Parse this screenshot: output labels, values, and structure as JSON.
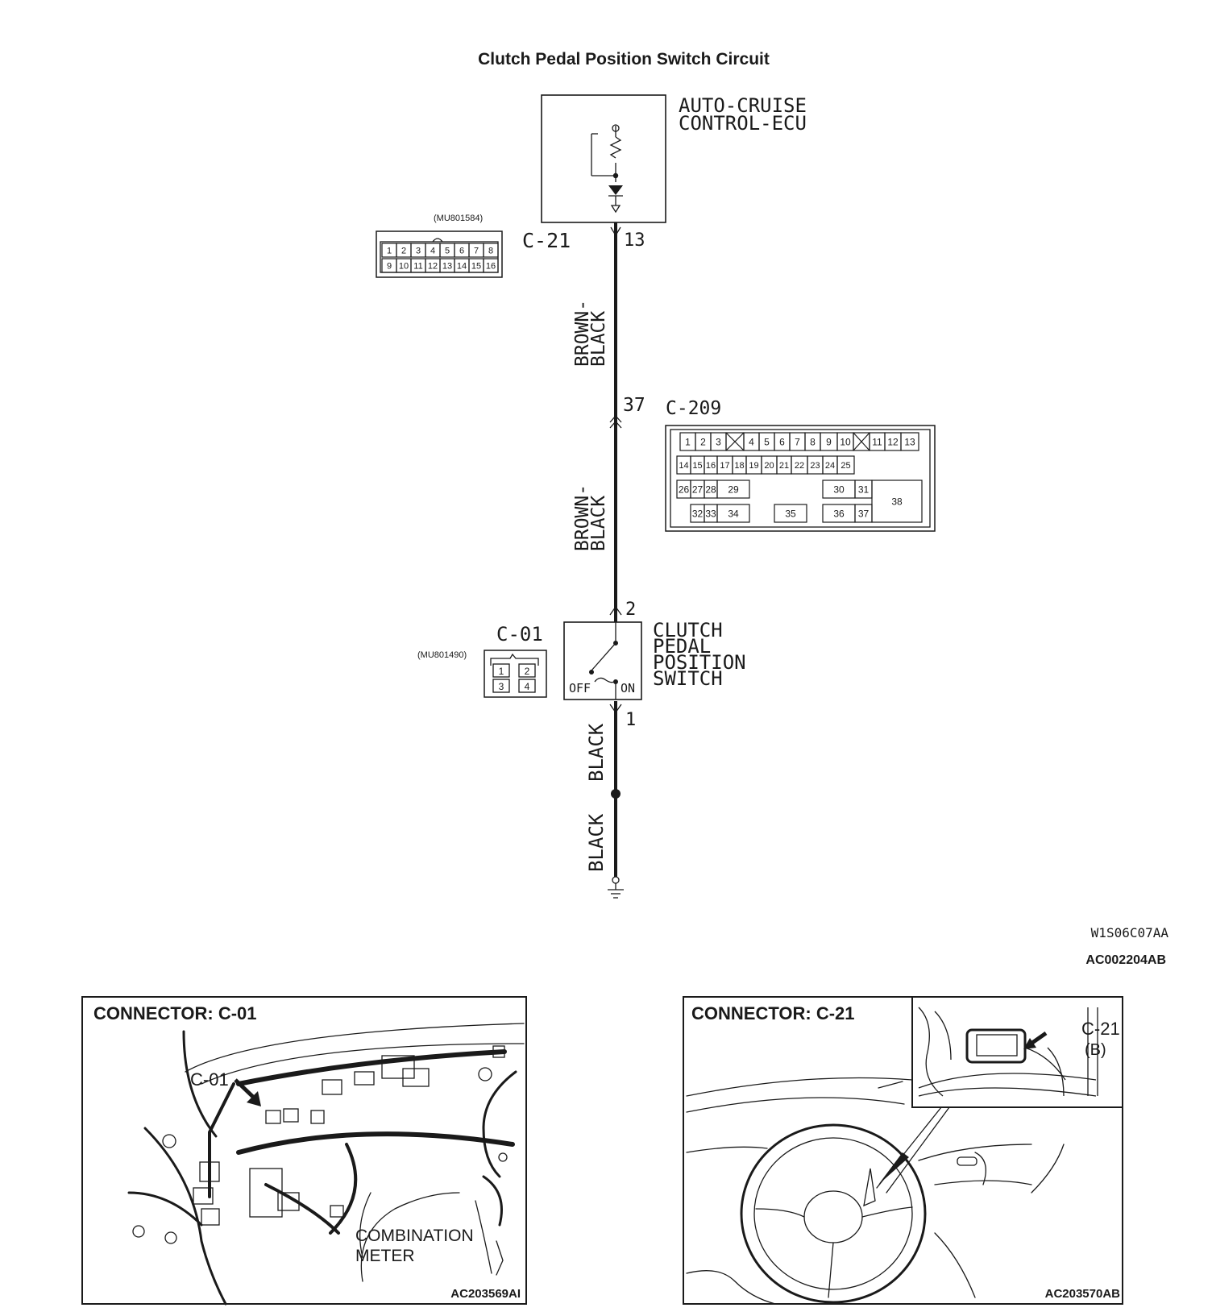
{
  "title": "Clutch Pedal Position Switch Circuit",
  "ecu": {
    "line1": "AUTO-CRUISE",
    "line2": "CONTROL-ECU",
    "pin": "13"
  },
  "c21": {
    "part": "(MU801584)",
    "name": "C-21",
    "row1": [
      "1",
      "2",
      "3",
      "4",
      "5",
      "6",
      "7",
      "8"
    ],
    "row2": [
      "9",
      "10",
      "11",
      "12",
      "13",
      "14",
      "15",
      "16"
    ]
  },
  "wire1": {
    "line1": "BROWN-",
    "line2": "BLACK"
  },
  "c209": {
    "pin": "37",
    "name": "C-209",
    "row1": [
      "1",
      "2",
      "3",
      "",
      "4",
      "5",
      "6",
      "7",
      "8",
      "9",
      "10",
      "",
      "11",
      "12",
      "13"
    ],
    "row2": [
      "14",
      "15",
      "16",
      "17",
      "18",
      "19",
      "20",
      "21",
      "22",
      "23",
      "24",
      "25"
    ],
    "row3": [
      "26",
      "27",
      "28",
      "29",
      "30",
      "31",
      "38"
    ],
    "row4": [
      "32",
      "33",
      "34",
      "35",
      "36",
      "37"
    ]
  },
  "wire2": {
    "line1": "BROWN-",
    "line2": "BLACK"
  },
  "c01": {
    "name": "C-01",
    "part": "(MU801490)",
    "pins": [
      "1",
      "2",
      "3",
      "4"
    ]
  },
  "switch": {
    "pin_top": "2",
    "pin_bottom": "1",
    "off": "OFF",
    "on": "ON",
    "line1": "CLUTCH",
    "line2": "PEDAL",
    "line3": "POSITION",
    "line4": "SWITCH"
  },
  "wire3": "BLACK",
  "wire4": "BLACK",
  "codes": {
    "w": "W1S06C07AA",
    "ac": "AC002204AB"
  },
  "panel_left": {
    "title": "CONNECTOR: C-01",
    "callout": "C-01",
    "label1": "COMBINATION",
    "label2": "METER",
    "code": "AC203569AI"
  },
  "panel_right": {
    "title": "CONNECTOR: C-21",
    "callout": "C-21",
    "callout_sub": "(B)",
    "code": "AC203570AB"
  }
}
